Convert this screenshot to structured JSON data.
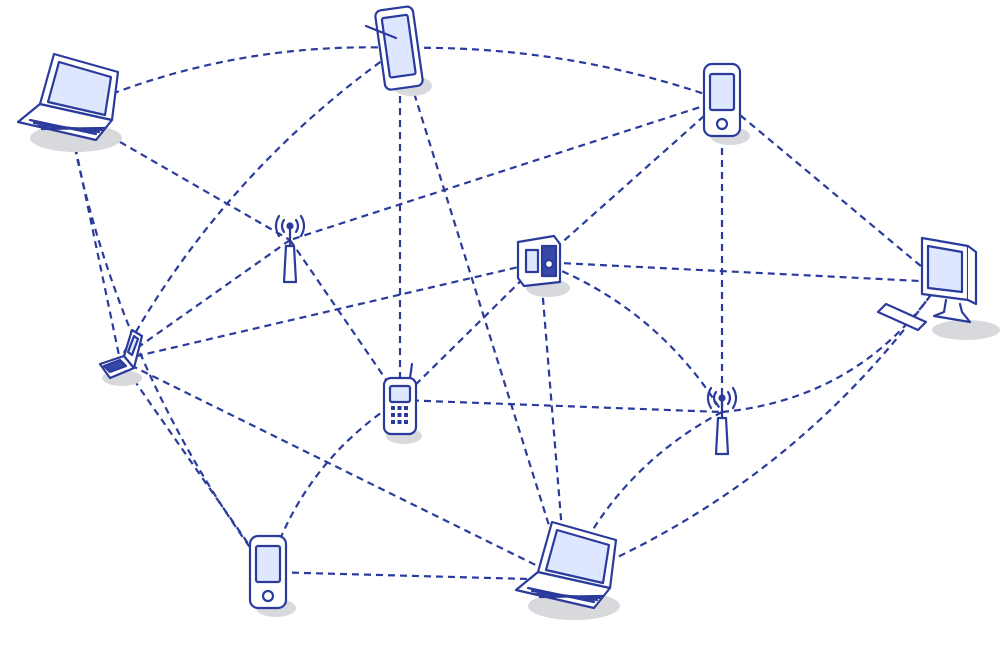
{
  "diagram": {
    "type": "mesh-network",
    "colors": {
      "line": "#2b3b9c",
      "screen": "#dfe6ff",
      "shadow": "#d7d9dc",
      "background": "#ffffff"
    },
    "nodes": [
      {
        "id": "laptop-top-left",
        "kind": "laptop",
        "icon": "laptop-icon"
      },
      {
        "id": "tablet-top",
        "kind": "tablet",
        "icon": "tablet-icon"
      },
      {
        "id": "pda-top-right",
        "kind": "pda",
        "icon": "pda-icon"
      },
      {
        "id": "antenna-left",
        "kind": "antenna",
        "icon": "antenna-icon"
      },
      {
        "id": "camcorder",
        "kind": "camcorder",
        "icon": "camcorder-icon"
      },
      {
        "id": "desktop-right",
        "kind": "desktop",
        "icon": "desktop-icon"
      },
      {
        "id": "flip-phone",
        "kind": "flip-phone",
        "icon": "flip-phone-icon"
      },
      {
        "id": "cell-phone",
        "kind": "cell-phone",
        "icon": "cell-phone-icon"
      },
      {
        "id": "antenna-right",
        "kind": "antenna",
        "icon": "antenna-icon"
      },
      {
        "id": "pda-bottom",
        "kind": "pda",
        "icon": "pda-icon"
      },
      {
        "id": "laptop-bottom",
        "kind": "laptop",
        "icon": "laptop-icon"
      }
    ],
    "links": [
      [
        "laptop-top-left",
        "tablet-top"
      ],
      [
        "tablet-top",
        "pda-top-right"
      ],
      [
        "laptop-top-left",
        "antenna-left"
      ],
      [
        "laptop-top-left",
        "flip-phone"
      ],
      [
        "laptop-top-left",
        "pda-bottom"
      ],
      [
        "tablet-top",
        "flip-phone"
      ],
      [
        "tablet-top",
        "cell-phone"
      ],
      [
        "tablet-top",
        "laptop-bottom"
      ],
      [
        "pda-top-right",
        "antenna-left"
      ],
      [
        "pda-top-right",
        "camcorder"
      ],
      [
        "pda-top-right",
        "desktop-right"
      ],
      [
        "pda-top-right",
        "antenna-right"
      ],
      [
        "antenna-left",
        "flip-phone"
      ],
      [
        "antenna-left",
        "cell-phone"
      ],
      [
        "camcorder",
        "flip-phone"
      ],
      [
        "camcorder",
        "cell-phone"
      ],
      [
        "camcorder",
        "desktop-right"
      ],
      [
        "camcorder",
        "laptop-bottom"
      ],
      [
        "camcorder",
        "antenna-right"
      ],
      [
        "flip-phone",
        "laptop-bottom"
      ],
      [
        "flip-phone",
        "pda-bottom"
      ],
      [
        "cell-phone",
        "antenna-right"
      ],
      [
        "cell-phone",
        "pda-bottom"
      ],
      [
        "antenna-right",
        "laptop-bottom"
      ],
      [
        "antenna-right",
        "desktop-right"
      ],
      [
        "desktop-right",
        "laptop-bottom"
      ],
      [
        "pda-bottom",
        "laptop-bottom"
      ]
    ]
  }
}
